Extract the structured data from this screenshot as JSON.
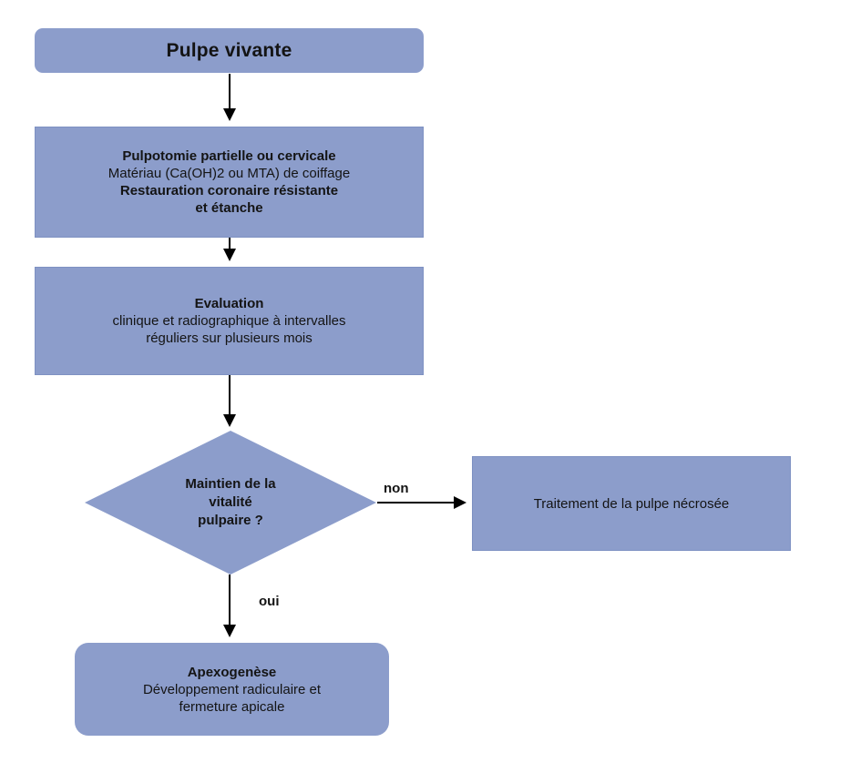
{
  "diagram": {
    "nodes": {
      "pulpe_vivante": {
        "title": "Pulpe vivante"
      },
      "pulpotomie": {
        "line1": "Pulpotomie partielle ou cervicale",
        "line2": "Matériau (Ca(OH)2 ou MTA) de coiffage",
        "line3": "Restauration coronaire résistante",
        "line4": "et étanche"
      },
      "evaluation": {
        "line1": "Evaluation",
        "line2": "clinique et radiographique à intervalles",
        "line3": "réguliers sur plusieurs mois"
      },
      "decision": {
        "line1": "Maintien de la",
        "line2": "vitalité",
        "line3": "pulpaire ?"
      },
      "traitement": {
        "label": "Traitement de la pulpe nécrosée"
      },
      "apexogenese": {
        "line1": "Apexogenèse",
        "line2": "Développement radiculaire et",
        "line3": "fermeture apicale"
      }
    },
    "edges": {
      "non_label": "non",
      "oui_label": "oui"
    },
    "colors": {
      "node_fill": "#8c9dcb",
      "node_border": "#7e91c2",
      "arrow": "#000000",
      "text": "#141414"
    }
  }
}
